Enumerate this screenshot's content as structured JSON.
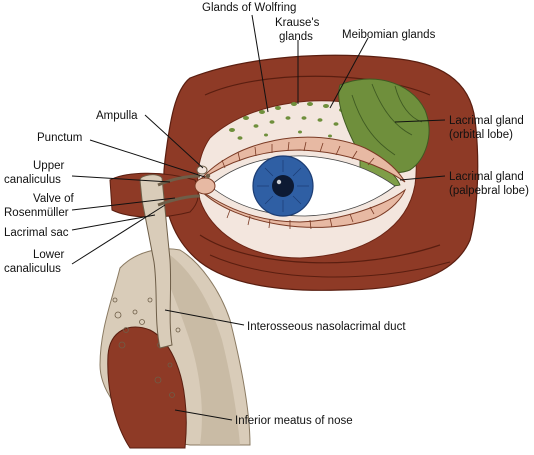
{
  "labels": {
    "glands_of_wolfring": "Glands of Wolfring",
    "krauses_glands_1": "Krause's",
    "krauses_glands_2": "glands",
    "meibomian_glands": "Meibomian glands",
    "ampulla": "Ampulla",
    "punctum": "Punctum",
    "upper_canaliculus_1": "Upper",
    "upper_canaliculus_2": "canaliculus",
    "valve_1": "Valve of",
    "valve_2": "Rosenmüller",
    "lacrimal_sac": "Lacrimal sac",
    "lower_canaliculus_1": "Lower",
    "lower_canaliculus_2": "canaliculus",
    "lacrimal_gland_orbital_1": "Lacrimal gland",
    "lacrimal_gland_orbital_2": "(orbital lobe)",
    "lacrimal_gland_palpebral_1": "Lacrimal gland",
    "lacrimal_gland_palpebral_2": "(palpebral lobe)",
    "nasolacrimal_duct": "Interosseous nasolacrimal duct",
    "inferior_meatus": "Inferior meatus of nose"
  },
  "colors": {
    "orbit_tissue": "#8e3a26",
    "orbit_dark": "#6b2414",
    "bone": "#d9ccb9",
    "bone_shadow": "#c2b39c",
    "conjunctiva": "#f3e6de",
    "lid_margin": "#e7b9a3",
    "gland_green": "#6f8f3c",
    "gland_dark": "#3f5a22",
    "iris": "#2f5fa4",
    "iris_dark": "#1c3d74",
    "pupil": "#0d1a33",
    "sclera": "#ffffff",
    "line": "#111111"
  }
}
